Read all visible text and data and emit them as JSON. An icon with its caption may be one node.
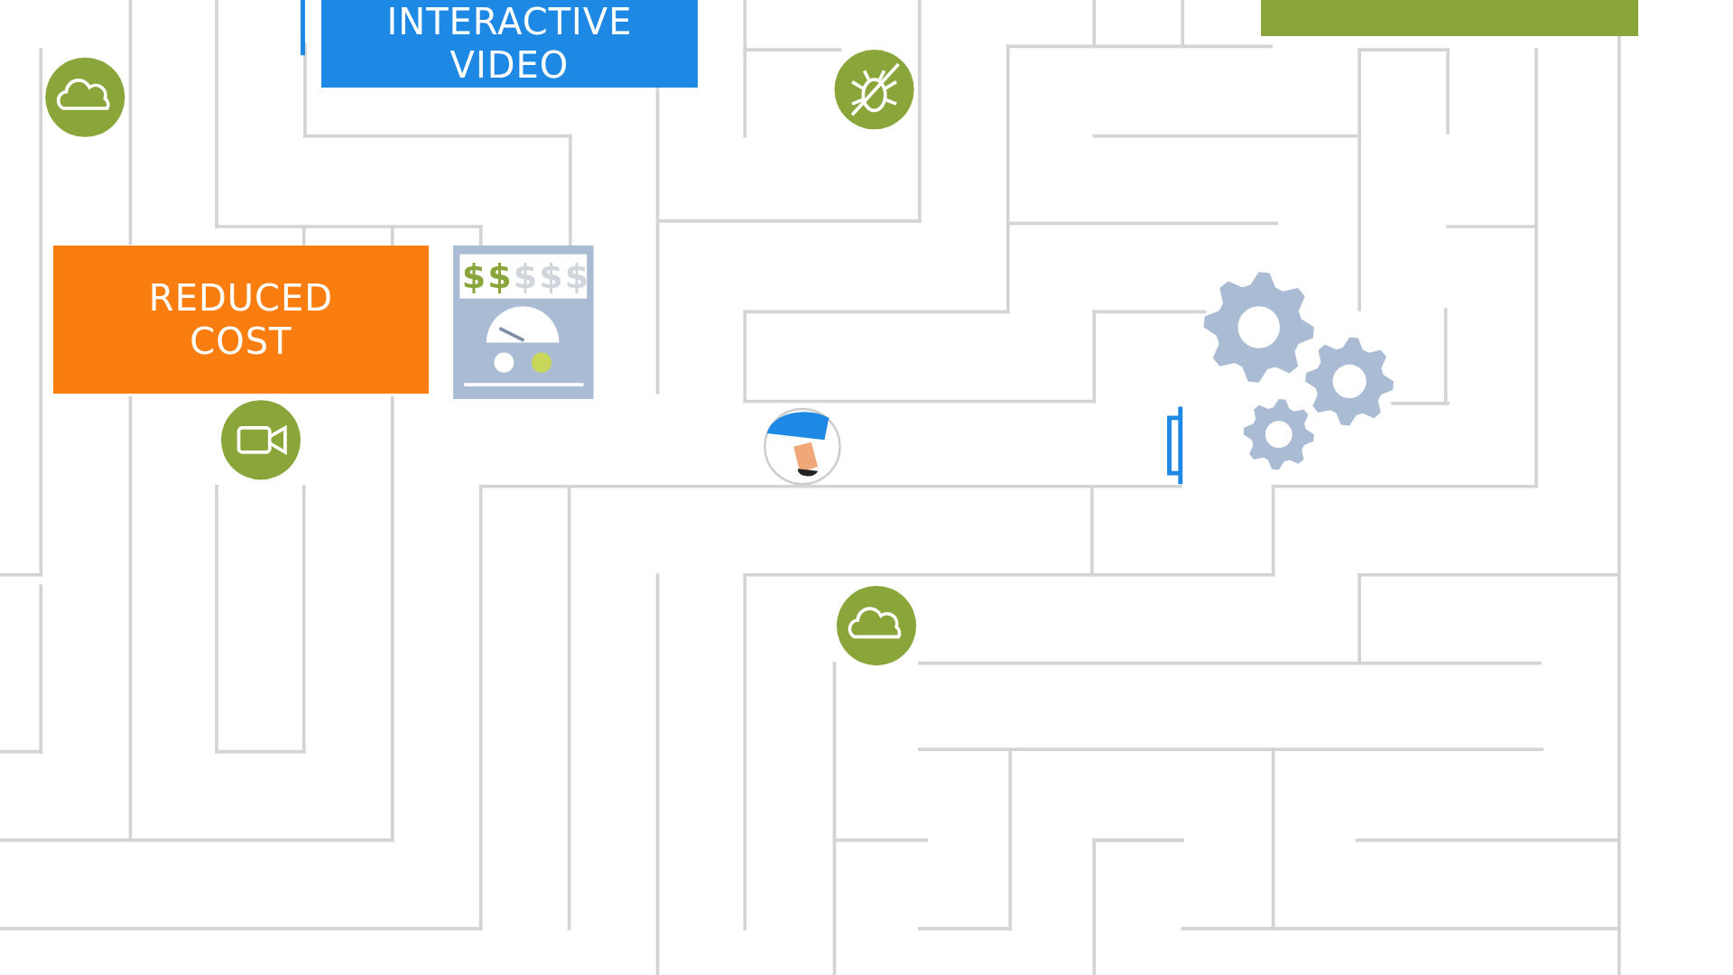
{
  "diagram": {
    "nodes": [
      {
        "text": [
          "INTERACTIVE VIDEO"
        ]
      },
      {
        "text": [
          "REDUCED COST"
        ]
      },
      {
        "text": [],
        "shape": "box"
      }
    ],
    "labels": [
      "$$$$$"
    ]
  }
}
